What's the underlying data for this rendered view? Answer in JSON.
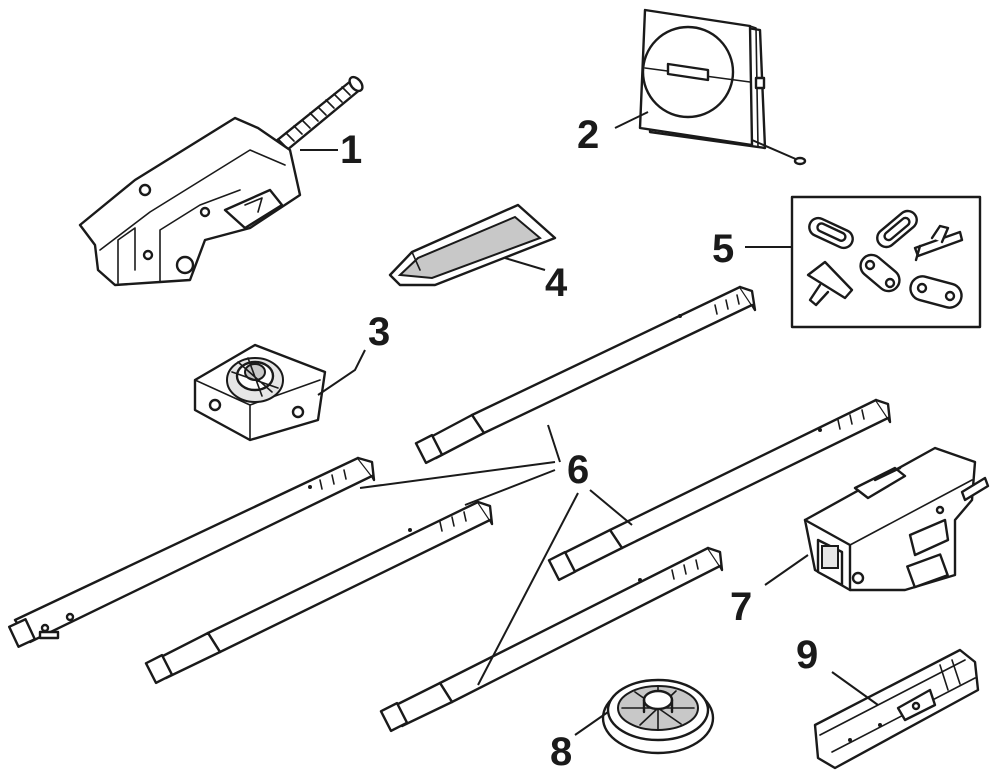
{
  "callouts": {
    "c1": "1",
    "c2": "2",
    "c3": "3",
    "c4": "4",
    "c5": "5",
    "c6": "6",
    "c7": "7",
    "c8": "8",
    "c9": "9"
  },
  "colors": {
    "line": "#1a1a1a",
    "background": "#ffffff",
    "shade": "#c8c8c8"
  }
}
